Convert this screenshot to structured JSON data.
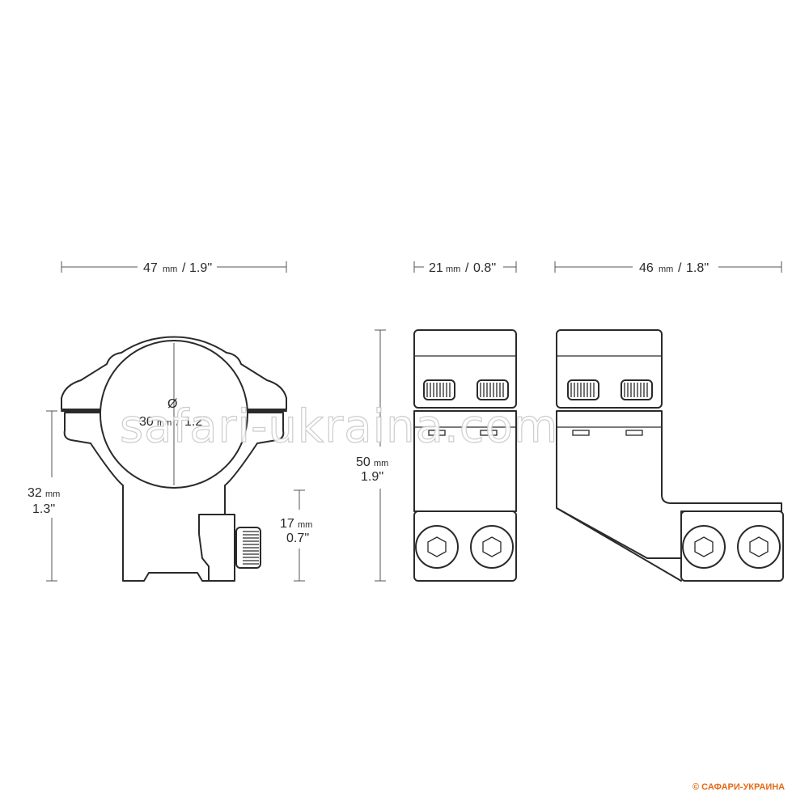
{
  "dimensions": {
    "ring_width": {
      "value": "47",
      "unit": "mm",
      "imperial": "1.9''"
    },
    "base_width": {
      "value": "21",
      "unit": "mm",
      "imperial": "0.8''"
    },
    "offset_length": {
      "value": "46",
      "unit": "mm",
      "imperial": "1.8''"
    },
    "ring_diameter": {
      "symbol": "Ø",
      "value": "30",
      "unit": "mm",
      "imperial": "1.2''"
    },
    "center_height": {
      "value": "32",
      "unit": "mm",
      "imperial": "1.3''"
    },
    "clamp_height": {
      "value": "17",
      "unit": "mm",
      "imperial": "0.7''"
    },
    "total_height": {
      "value": "50",
      "unit": "mm",
      "imperial": "1.9''"
    }
  },
  "separator": "/",
  "watermark": "safari-ukraina.com",
  "credit": "© САФАРИ-УКРАИНА"
}
